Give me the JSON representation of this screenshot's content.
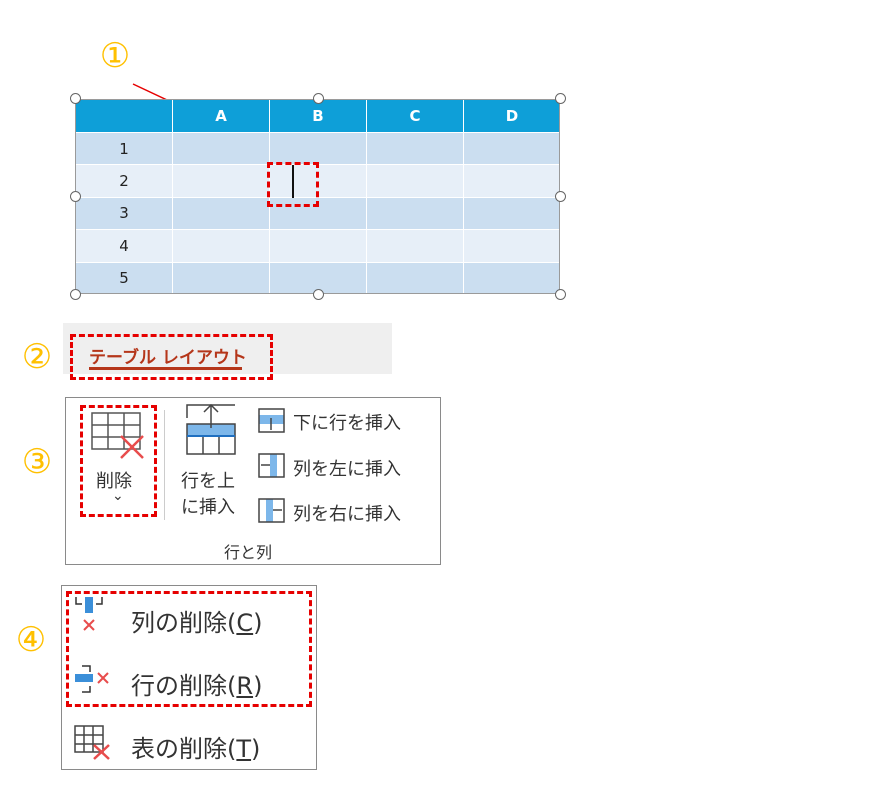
{
  "steps": [
    "①",
    "②",
    "③",
    "④"
  ],
  "table": {
    "headers": [
      "",
      "A",
      "B",
      "C",
      "D"
    ],
    "rows": [
      "1",
      "2",
      "3",
      "4",
      "5"
    ]
  },
  "tab": {
    "label": "テーブル レイアウト"
  },
  "ribbon": {
    "delete_label": "削除",
    "delete_chevron": "⌄",
    "insert_above_line1": "行を上",
    "insert_above_line2": "に挿入",
    "insert_below": "下に行を挿入",
    "insert_left": "列を左に挿入",
    "insert_right": "列を右に挿入",
    "group_label": "行と列"
  },
  "menu": {
    "items": [
      {
        "label": "列の削除(",
        "key": "C"
      },
      {
        "label": "行の削除(",
        "key": "R"
      },
      {
        "label": "表の削除(",
        "key": "T"
      }
    ],
    "close_paren": ")"
  },
  "colors": {
    "accent": "#ffc000",
    "header": "#0e9fd8",
    "highlight": "#e60000"
  }
}
